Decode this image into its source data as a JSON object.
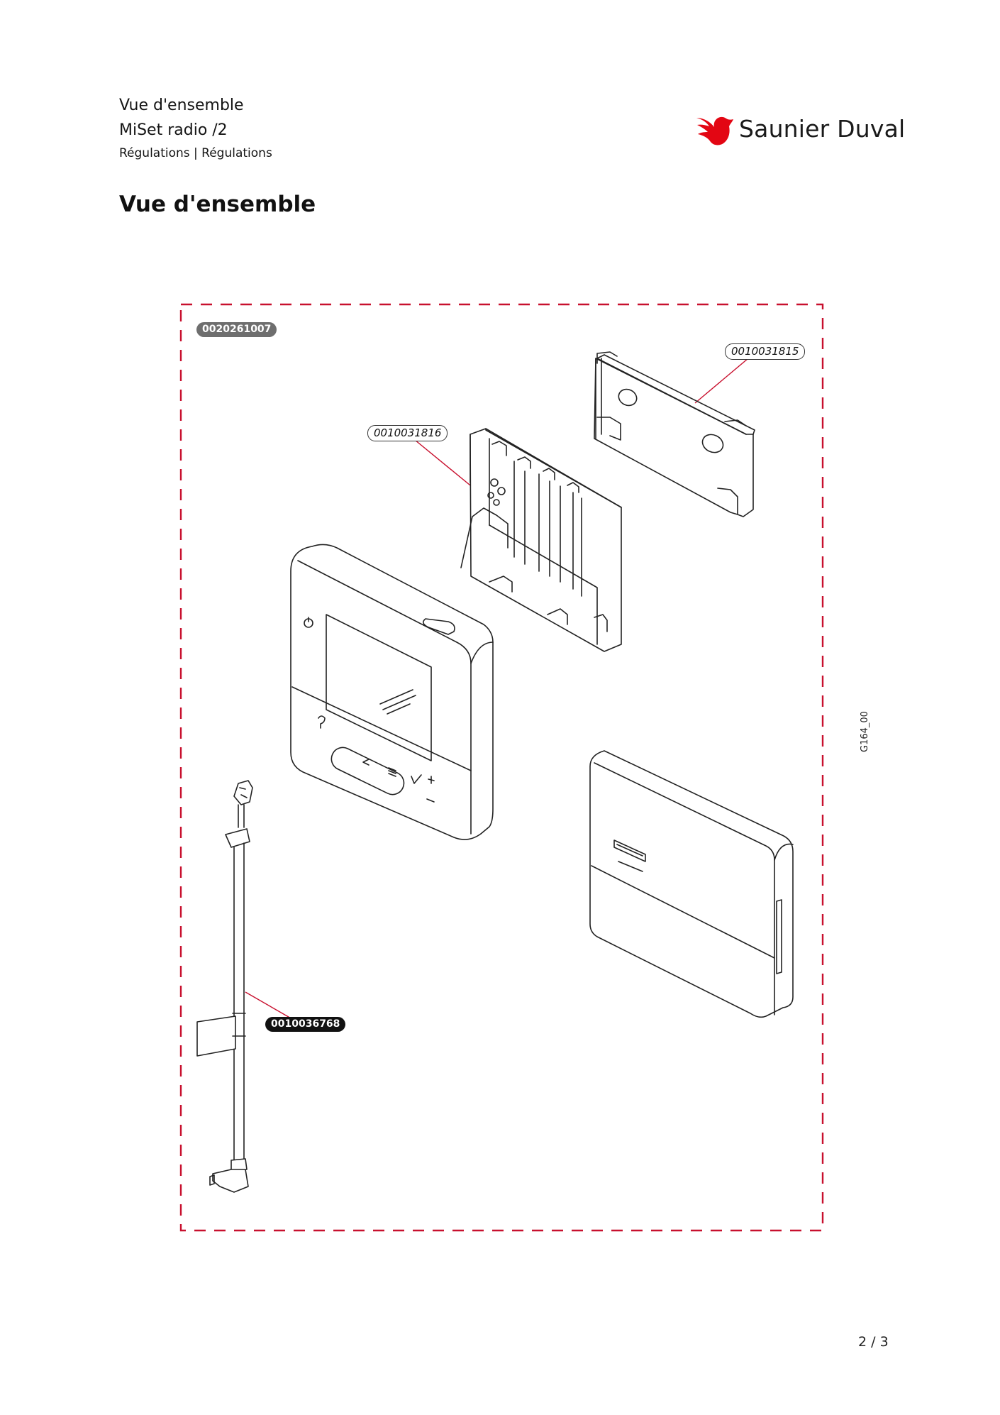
{
  "header": {
    "line1": "Vue d'ensemble",
    "line2": "MiSet radio /2",
    "line3": "Régulations | Régulations"
  },
  "brand": {
    "name": "Saunier Duval",
    "accent_color": "#e30613"
  },
  "page_title": "Vue d'ensemble",
  "diagram": {
    "assembly_ref": "0020261007",
    "parts": [
      {
        "ref": "0010031815"
      },
      {
        "ref": "0010031816"
      },
      {
        "ref": "0010036768"
      }
    ],
    "side_ref": "G164_00"
  },
  "footer": {
    "page_number": "2 / 3"
  }
}
